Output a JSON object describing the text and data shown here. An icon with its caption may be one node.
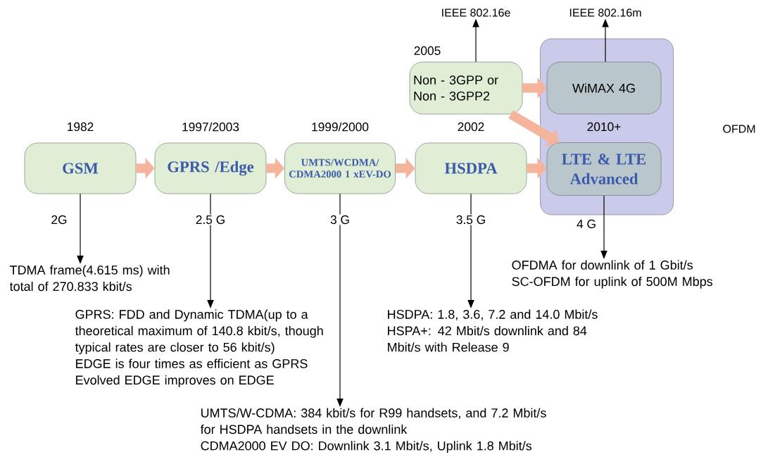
{
  "diagram": {
    "nodes": [
      {
        "text": [
          "GSM"
        ],
        "beside": [
          "1982"
        ]
      },
      {
        "text": [
          "GPRS /Edge"
        ],
        "beside": [
          "1997/2003"
        ]
      },
      {
        "text": [
          "UMTS/WCDMA/ CDMA2000 1 xEV-DO"
        ],
        "beside": [
          "1999/2000"
        ]
      },
      {
        "text": [
          "Non - 3GPP or Non - 3GPP2"
        ],
        "beside": [
          "2005"
        ]
      },
      {
        "text": [
          "HSDPA"
        ],
        "beside": [
          "2002"
        ]
      },
      {
        "text": [],
        "shape": "box"
      },
      {
        "text": [
          "WiMAX 4G"
        ],
        "in": 5
      },
      {
        "text": [
          "LTE & LTE Advanced"
        ],
        "in": 5,
        "beside": [
          "2010+"
        ]
      },
      {
        "text": [
          "IEEE 802.16e"
        ]
      },
      {
        "text": [
          "IEEE 802.16m"
        ]
      },
      {
        "text": [
          "TDMA frame(4.615 ms) with total of 270.833 kbit/s"
        ]
      },
      {
        "text": [
          "GPRS: FDD and Dynamic TDMA(up to a theoretical maximum of 140.8 kbit/s, though typical rates are closer to 56 kbit/s)",
          "EDGE is four times as efficient as GPRS",
          "Evolved EDGE improves on EDGE"
        ]
      },
      {
        "text": [
          "UMTS/W-CDMA: 384 kbit/s for R99 handsets, and 7.2 Mbit/s for HSDPA handsets in the downlink",
          "CDMA2000  EV DO:  Downlink 3.1 Mbit/s, Uplink 1.8 Mbit/s"
        ]
      },
      {
        "text": [
          "HSDPA: 1.8, 3.6, 7.2 and 14.0 Mbit/s",
          "HSPA+: 42 Mbit/s downlink and 84 Mbit/s with Release 9"
        ]
      },
      {
        "text": [
          "OFDMA for downlink of 1 Gbit/s",
          "SC-OFDM for uplink of 500M Mbps"
        ]
      }
    ],
    "edges": [
      {
        "from": 0,
        "to": 1,
        "arrow": "to",
        "style": "thick",
        "color": "#f5b49c"
      },
      {
        "from": 1,
        "to": 2,
        "arrow": "to",
        "style": "thick",
        "color": "#f5b49c"
      },
      {
        "from": 2,
        "to": 4,
        "arrow": "to",
        "style": "thick",
        "color": "#f5b49c"
      },
      {
        "from": 4,
        "to": 7,
        "arrow": "to",
        "style": "thick",
        "color": "#f5b49c"
      },
      {
        "from": 3,
        "to": 6,
        "arrow": "to",
        "style": "thick",
        "color": "#f5b49c"
      },
      {
        "from": 3,
        "to": 7,
        "arrow": "to",
        "style": "thick",
        "color": "#f5b49c"
      },
      {
        "from": 3,
        "to": 8,
        "arrow": "to"
      },
      {
        "from": 6,
        "to": 9,
        "arrow": "to"
      },
      {
        "from": 0,
        "to": 10,
        "arrow": "to",
        "label": "2G"
      },
      {
        "from": 1,
        "to": 11,
        "arrow": "to",
        "label": "2.5 G"
      },
      {
        "from": 2,
        "to": 12,
        "arrow": "to",
        "label": "3 G"
      },
      {
        "from": 4,
        "to": 13,
        "arrow": "to",
        "label": "3.5 G"
      },
      {
        "from": 7,
        "to": 14,
        "arrow": "to",
        "label": "4 G"
      }
    ],
    "labels": [
      "OFDM"
    ]
  }
}
